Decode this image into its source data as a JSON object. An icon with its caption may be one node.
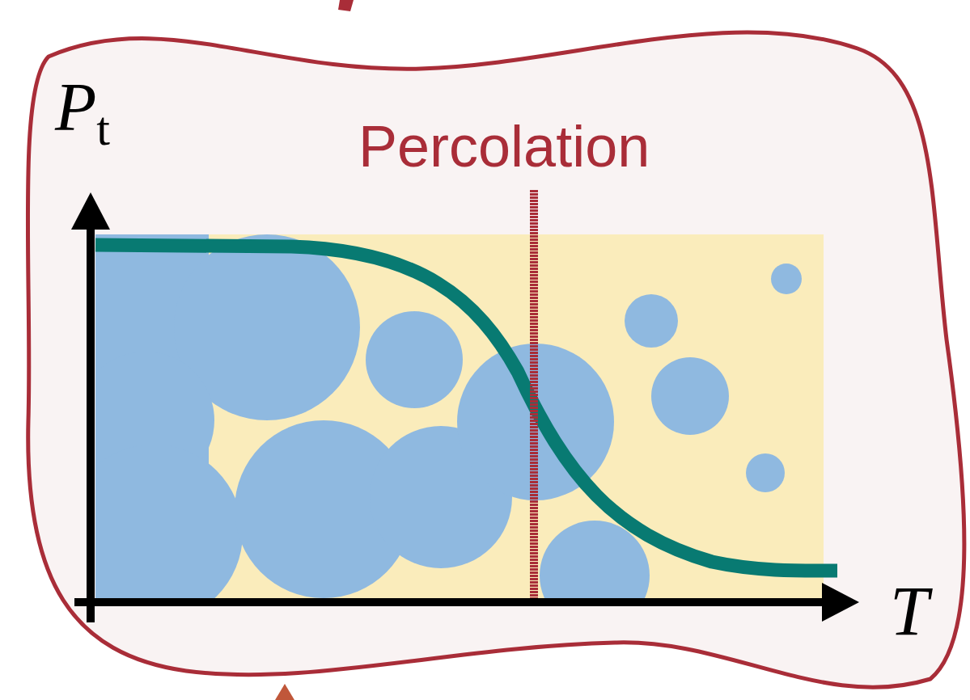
{
  "diagram": {
    "labels": [
      "P$_{t}$",
      "Percolation",
      "T"
    ]
  }
}
